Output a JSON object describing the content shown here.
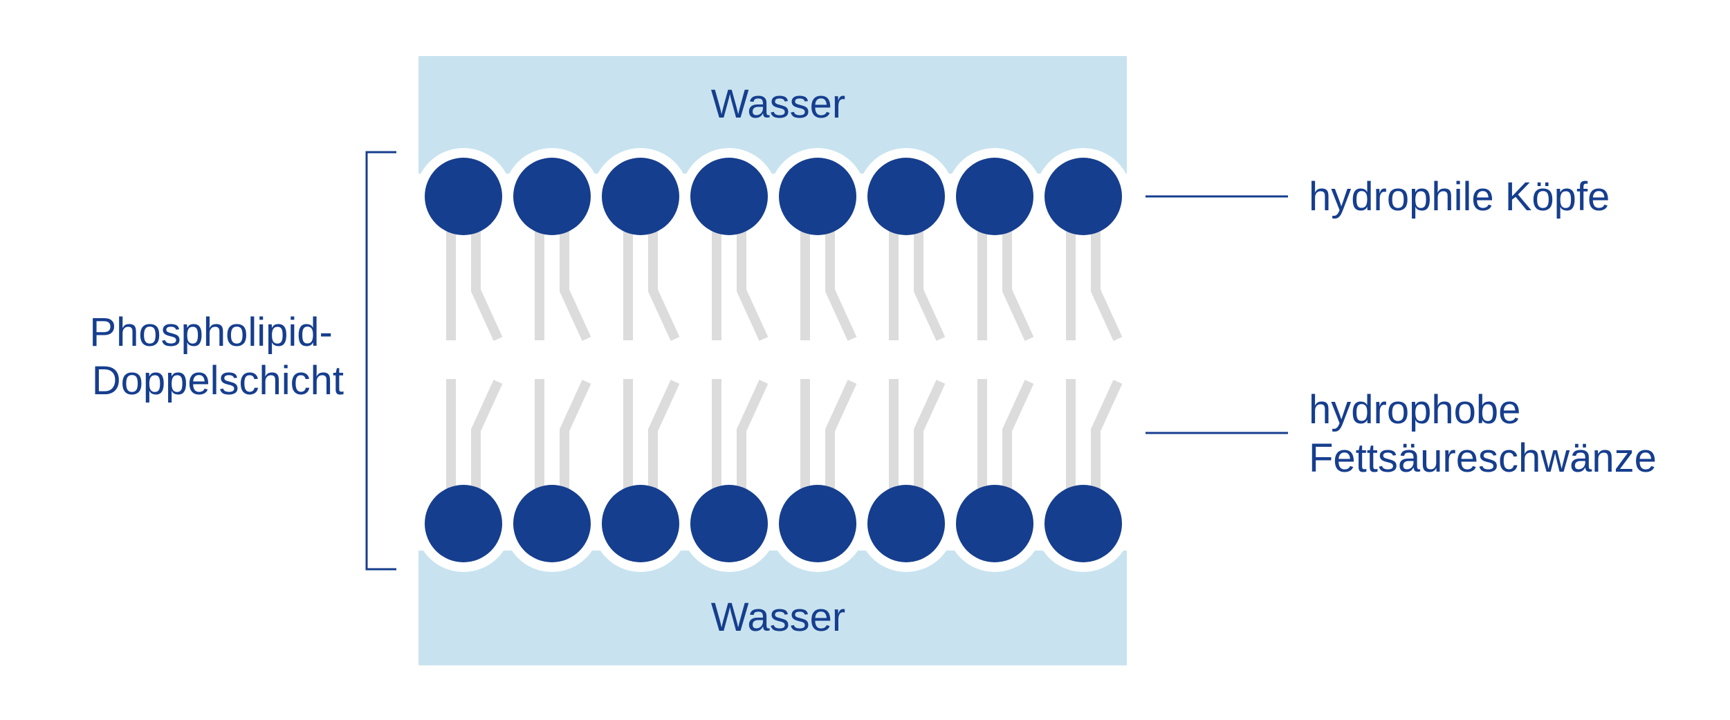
{
  "labels": {
    "water_top": "Wasser",
    "water_bottom": "Wasser",
    "bilayer_line1": "Phospholipid-",
    "bilayer_line2": "Doppelschicht",
    "heads": "hydrophile Köpfe",
    "tails_line1": "hydrophobe",
    "tails_line2": "Fettsäureschwänze"
  },
  "phospholipids_per_layer": 8,
  "colors": {
    "water": "#c8e3ef",
    "head": "#163e8e",
    "tail": "#dcdcdc",
    "text": "#163e8e"
  }
}
